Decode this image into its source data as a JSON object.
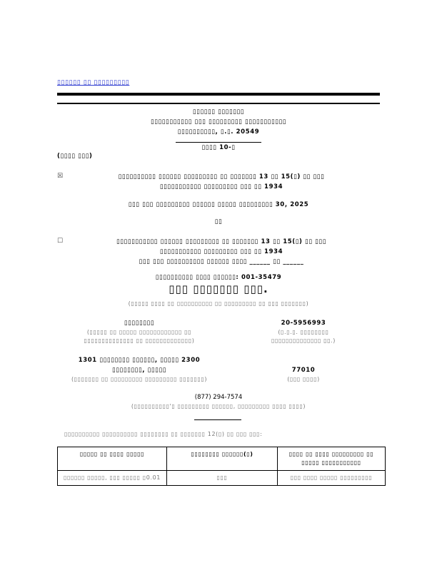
{
  "toc_link": "▯▯▯▯▯▯ ▯▯ ▯▯▯▯▯▯▯▯▯",
  "heading": {
    "line1": "▯▯▯▯▯▯ ▯▯▯▯▯▯▯",
    "line2": "▯▯▯▯▯▯▯▯▯▯▯ ▯▯▯ ▯▯▯▯▯▯▯▯▯ ▯▯▯▯▯▯▯▯▯▯▯",
    "line3": "▯▯▯▯▯▯▯▯▯▯, ▯.▯. 20549",
    "form": "▯▯▯▯ 10-▯"
  },
  "mark_one": "(▯▯▯▯ ▯▯▯)",
  "option1": {
    "box": "☒",
    "line1": "▯▯▯▯▯▯▯▯▯▯ ▯▯▯▯▯▯ ▯▯▯▯▯▯▯▯▯ ▯▯ ▯▯▯▯▯▯▯ 13 ▯▯ 15(▯) ▯▯ ▯▯▯",
    "line2": "▯▯▯▯▯▯▯▯▯▯▯ ▯▯▯▯▯▯▯▯▯ ▯▯▯ ▯▯ 1934",
    "period": "▯▯▯ ▯▯▯ ▯▯▯▯▯▯▯▯▯ ▯▯▯▯▯▯ ▯▯▯▯▯ ▯▯▯▯▯▯▯▯▯ 30, 2025"
  },
  "or_label": "▯▯",
  "option2": {
    "box": "☐",
    "line1": "▯▯▯▯▯▯▯▯▯▯▯ ▯▯▯▯▯▯ ▯▯▯▯▯▯▯▯▯ ▯▯ ▯▯▯▯▯▯▯ 13 ▯▯ 15(▯) ▯▯ ▯▯▯",
    "line2": "▯▯▯▯▯▯▯▯▯▯▯ ▯▯▯▯▯▯▯▯▯ ▯▯▯ ▯▯ 1934",
    "line3": "▯▯▯ ▯▯▯ ▯▯▯▯▯▯▯▯▯▯ ▯▯▯▯▯▯ ▯▯▯▯ ______ ▯▯ ______"
  },
  "commission_file": "▯▯▯▯▯▯▯▯▯▯ ▯▯▯▯ ▯▯▯▯▯▯: 001-35479",
  "company_name": "▯▯▯ ▯▯▯▯▯▯▯ ▯▯▯.",
  "company_caption": "(▯▯▯▯▯ ▯▯▯▯ ▯▯ ▯▯▯▯▯▯▯▯▯▯ ▯▯ ▯▯▯▯▯▯▯▯▯ ▯▯ ▯▯▯ ▯▯▯▯▯▯▯)",
  "state": {
    "value": "▯▯▯▯▯▯▯▯",
    "caption1": "(▯▯▯▯▯ ▯▯ ▯▯▯▯▯ ▯▯▯▯▯▯▯▯▯▯▯▯ ▯▯",
    "caption2": "▯▯▯▯▯▯▯▯▯▯▯▯▯▯ ▯▯ ▯▯▯▯▯▯▯▯▯▯▯▯▯)"
  },
  "irs": {
    "value": "20-5956993",
    "caption1": "(▯.▯.▯. ▯▯▯▯▯▯▯▯",
    "caption2": "▯▯▯▯▯▯▯▯▯▯▯▯▯▯ ▯▯.)"
  },
  "address": {
    "line1": "1301 ▯▯▯▯▯▯▯▯ ▯▯▯▯▯▯, ▯▯▯▯▯ 2300",
    "line2": "▯▯▯▯▯▯▯▯, ▯▯▯▯▯",
    "caption": "(▯▯▯▯▯▯▯ ▯▯ ▯▯▯▯▯▯▯▯▯ ▯▯▯▯▯▯▯▯▯ ▯▯▯▯▯▯▯)"
  },
  "zip": {
    "value": "77010",
    "caption": "(▯▯▯ ▯▯▯▯)"
  },
  "phone": {
    "value": "(877) 294-7574",
    "caption": "(▯▯▯▯▯▯▯▯▯▯'▯ ▯▯▯▯▯▯▯▯▯ ▯▯▯▯▯▯, ▯▯▯▯▯▯▯▯▯ ▯▯▯▯ ▯▯▯▯)"
  },
  "registered_intro": "▯▯▯▯▯▯▯▯▯▯ ▯▯▯▯▯▯▯▯▯▯ ▯▯▯▯▯▯▯▯ ▯▯ ▯▯▯▯▯▯▯ 12(▯) ▯▯ ▯▯▯ ▯▯▯:",
  "securities_table": {
    "headers": [
      "▯▯▯▯▯ ▯▯ ▯▯▯▯ ▯▯▯▯▯",
      "▯▯▯▯▯▯▯▯ ▯▯▯▯▯▯(▯)",
      "▯▯▯▯ ▯▯ ▯▯▯▯ ▯▯▯▯▯▯▯▯▯ ▯▯ ▯▯▯▯▯ ▯▯▯▯▯▯▯▯▯▯▯"
    ],
    "rows": [
      [
        "▯▯▯▯▯▯ ▯▯▯▯▯, ▯▯▯ ▯▯▯▯▯ ▯0.01",
        "▯▯▯",
        "▯▯▯ ▯▯▯▯ ▯▯▯▯▯ ▯▯▯▯▯▯▯▯▯"
      ]
    ]
  }
}
